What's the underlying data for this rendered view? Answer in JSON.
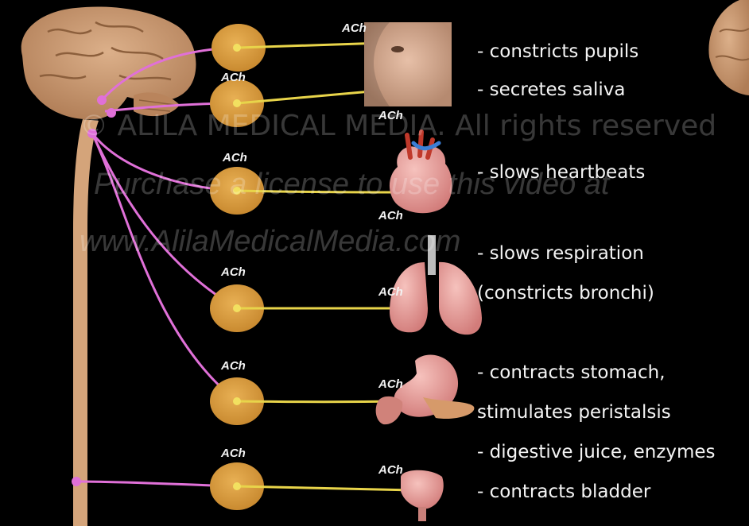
{
  "neurotransmitter_label": "ACh",
  "effects": [
    "- constricts pupils",
    "- secretes saliva",
    "- slows heartbeats",
    "- slows respiration",
    "(constricts bronchi)",
    "- contracts stomach,",
    "stimulates peristalsis",
    "- digestive juice, enzymes",
    "- contracts bladder"
  ],
  "watermark": {
    "line1": "© ALILA MEDICAL MEDIA. All rights reserved",
    "line2": "Purchase a license to use this video at",
    "line3": "www.AlilaMedicalMedia.com"
  },
  "colors": {
    "preganglionic_fiber": "#e070d8",
    "postganglionic_fiber": "#e8d44a",
    "ganglion": "#d99a3e",
    "brain": "#c99a6e",
    "spinal_cord": "#d4a47a"
  }
}
